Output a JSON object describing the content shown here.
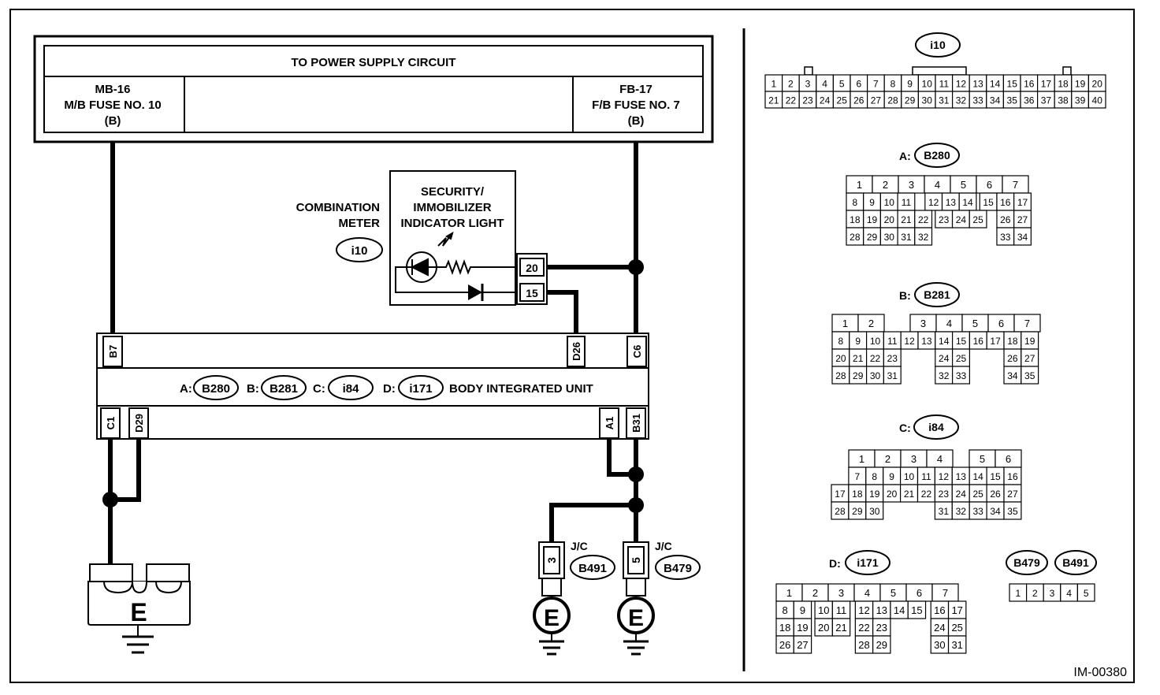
{
  "power_box": {
    "title": "TO POWER SUPPLY CIRCUIT",
    "left_fuse": [
      "MB-16",
      "M/B FUSE NO. 10",
      "(B)"
    ],
    "right_fuse": [
      "FB-17",
      "F/B FUSE NO. 7",
      "(B)"
    ]
  },
  "meter": {
    "name": [
      "COMBINATION",
      "METER"
    ],
    "connector": "i10",
    "light": [
      "SECURITY/",
      "IMMOBILIZER",
      "INDICATOR LIGHT"
    ],
    "pins": [
      "20",
      "15"
    ]
  },
  "biu": {
    "label_prefixes": [
      "A:",
      "B:",
      "C:",
      "D:"
    ],
    "connectors": [
      "B280",
      "B281",
      "i84",
      "i171"
    ],
    "name": "BODY INTEGRATED UNIT",
    "top_pins": [
      "B7",
      "D26",
      "C6"
    ],
    "bottom_pins": [
      "C1",
      "D29",
      "A1",
      "B31"
    ]
  },
  "ground": {
    "big_label": "E",
    "jc_label": "J/C",
    "jc1_pin": "3",
    "jc1_conn": "B491",
    "jc2_pin": "5",
    "jc2_conn": "B479"
  },
  "connector_views": {
    "i10": {
      "title": "i10",
      "row1": [
        "1",
        "2",
        "3",
        "4",
        "5",
        "6",
        "7",
        "8",
        "9",
        "10",
        "11",
        "12",
        "13",
        "14",
        "15",
        "16",
        "17",
        "18",
        "19",
        "20"
      ],
      "row2": [
        "21",
        "22",
        "23",
        "24",
        "25",
        "26",
        "27",
        "28",
        "29",
        "30",
        "31",
        "32",
        "33",
        "34",
        "35",
        "36",
        "37",
        "38",
        "39",
        "40"
      ]
    },
    "b280": {
      "prefix": "A:",
      "title": "B280",
      "rows": [
        [
          "1",
          "2",
          "3",
          "4",
          "5",
          "6",
          "7"
        ],
        [
          "8",
          "9",
          "10",
          "11",
          "12",
          "13",
          "14",
          "15",
          "16",
          "17"
        ],
        [
          "18",
          "19",
          "20",
          "21",
          "22",
          "23",
          "24",
          "25",
          "26",
          "27"
        ],
        [
          "28",
          "29",
          "30",
          "31",
          "32",
          "33",
          "34"
        ]
      ]
    },
    "b281": {
      "prefix": "B:",
      "title": "B281",
      "rows": [
        [
          "1",
          "2",
          "3",
          "4",
          "5",
          "6",
          "7"
        ],
        [
          "8",
          "9",
          "10",
          "11",
          "12",
          "13",
          "14",
          "15",
          "16",
          "17",
          "18",
          "19"
        ],
        [
          "20",
          "21",
          "22",
          "23",
          "24",
          "25",
          "26",
          "27"
        ],
        [
          "28",
          "29",
          "30",
          "31",
          "32",
          "33",
          "34",
          "35"
        ]
      ]
    },
    "i84": {
      "prefix": "C:",
      "title": "i84",
      "rows": [
        [
          "1",
          "2",
          "3",
          "4",
          "5",
          "6"
        ],
        [
          "7",
          "8",
          "9",
          "10",
          "11",
          "12",
          "13",
          "14",
          "15",
          "16"
        ],
        [
          "17",
          "18",
          "19",
          "20",
          "21",
          "22",
          "23",
          "24",
          "25",
          "26",
          "27"
        ],
        [
          "28",
          "29",
          "30",
          "31",
          "32",
          "33",
          "34",
          "35"
        ]
      ]
    },
    "i171": {
      "prefix": "D:",
      "title": "i171",
      "rows": [
        [
          "1",
          "2",
          "3",
          "4",
          "5",
          "6",
          "7"
        ],
        [
          "8",
          "9",
          "10",
          "11",
          "12",
          "13",
          "14",
          "15",
          "16",
          "17"
        ],
        [
          "18",
          "19",
          "20",
          "21",
          "22",
          "23",
          "24",
          "25"
        ],
        [
          "26",
          "27",
          "28",
          "29",
          "30",
          "31"
        ]
      ]
    },
    "jc": {
      "titles": [
        "B479",
        "B491"
      ],
      "pins": [
        "1",
        "2",
        "3",
        "4",
        "5"
      ]
    }
  },
  "figure_id": "IM-00380"
}
